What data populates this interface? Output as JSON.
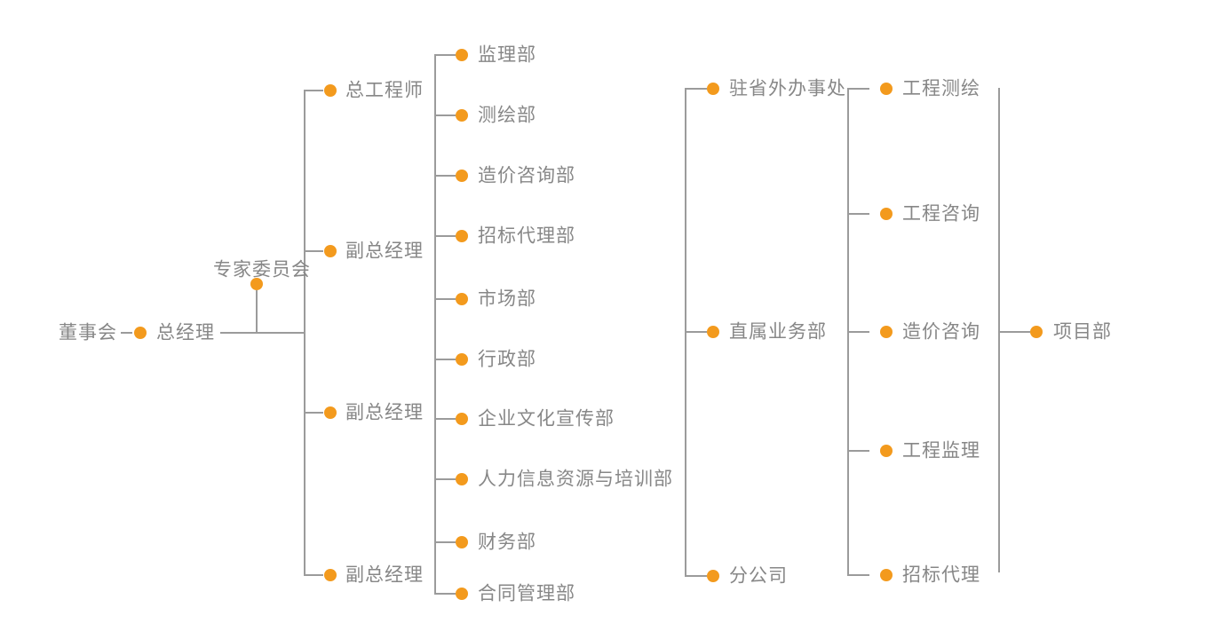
{
  "colors": {
    "accent": "#F39A1D",
    "line": "#9B9B9B",
    "text": "#878787"
  },
  "nodes": {
    "board": "董事会",
    "general_manager": "总经理",
    "expert_committee": "专家委员会",
    "executives": [
      "总工程师",
      "副总经理",
      "副总经理",
      "副总经理"
    ],
    "departments": [
      "监理部",
      "测绘部",
      "造价咨询部",
      "招标代理部",
      "市场部",
      "行政部",
      "企业文化宣传部",
      "人力信息资源与培训部",
      "财务部",
      "合同管理部"
    ],
    "field_offices": [
      "驻省外办事处",
      "直属业务部",
      "分公司"
    ],
    "business_units": [
      "工程测绘",
      "工程咨询",
      "造价咨询",
      "工程监理",
      "招标代理"
    ],
    "project_department": "项目部"
  }
}
